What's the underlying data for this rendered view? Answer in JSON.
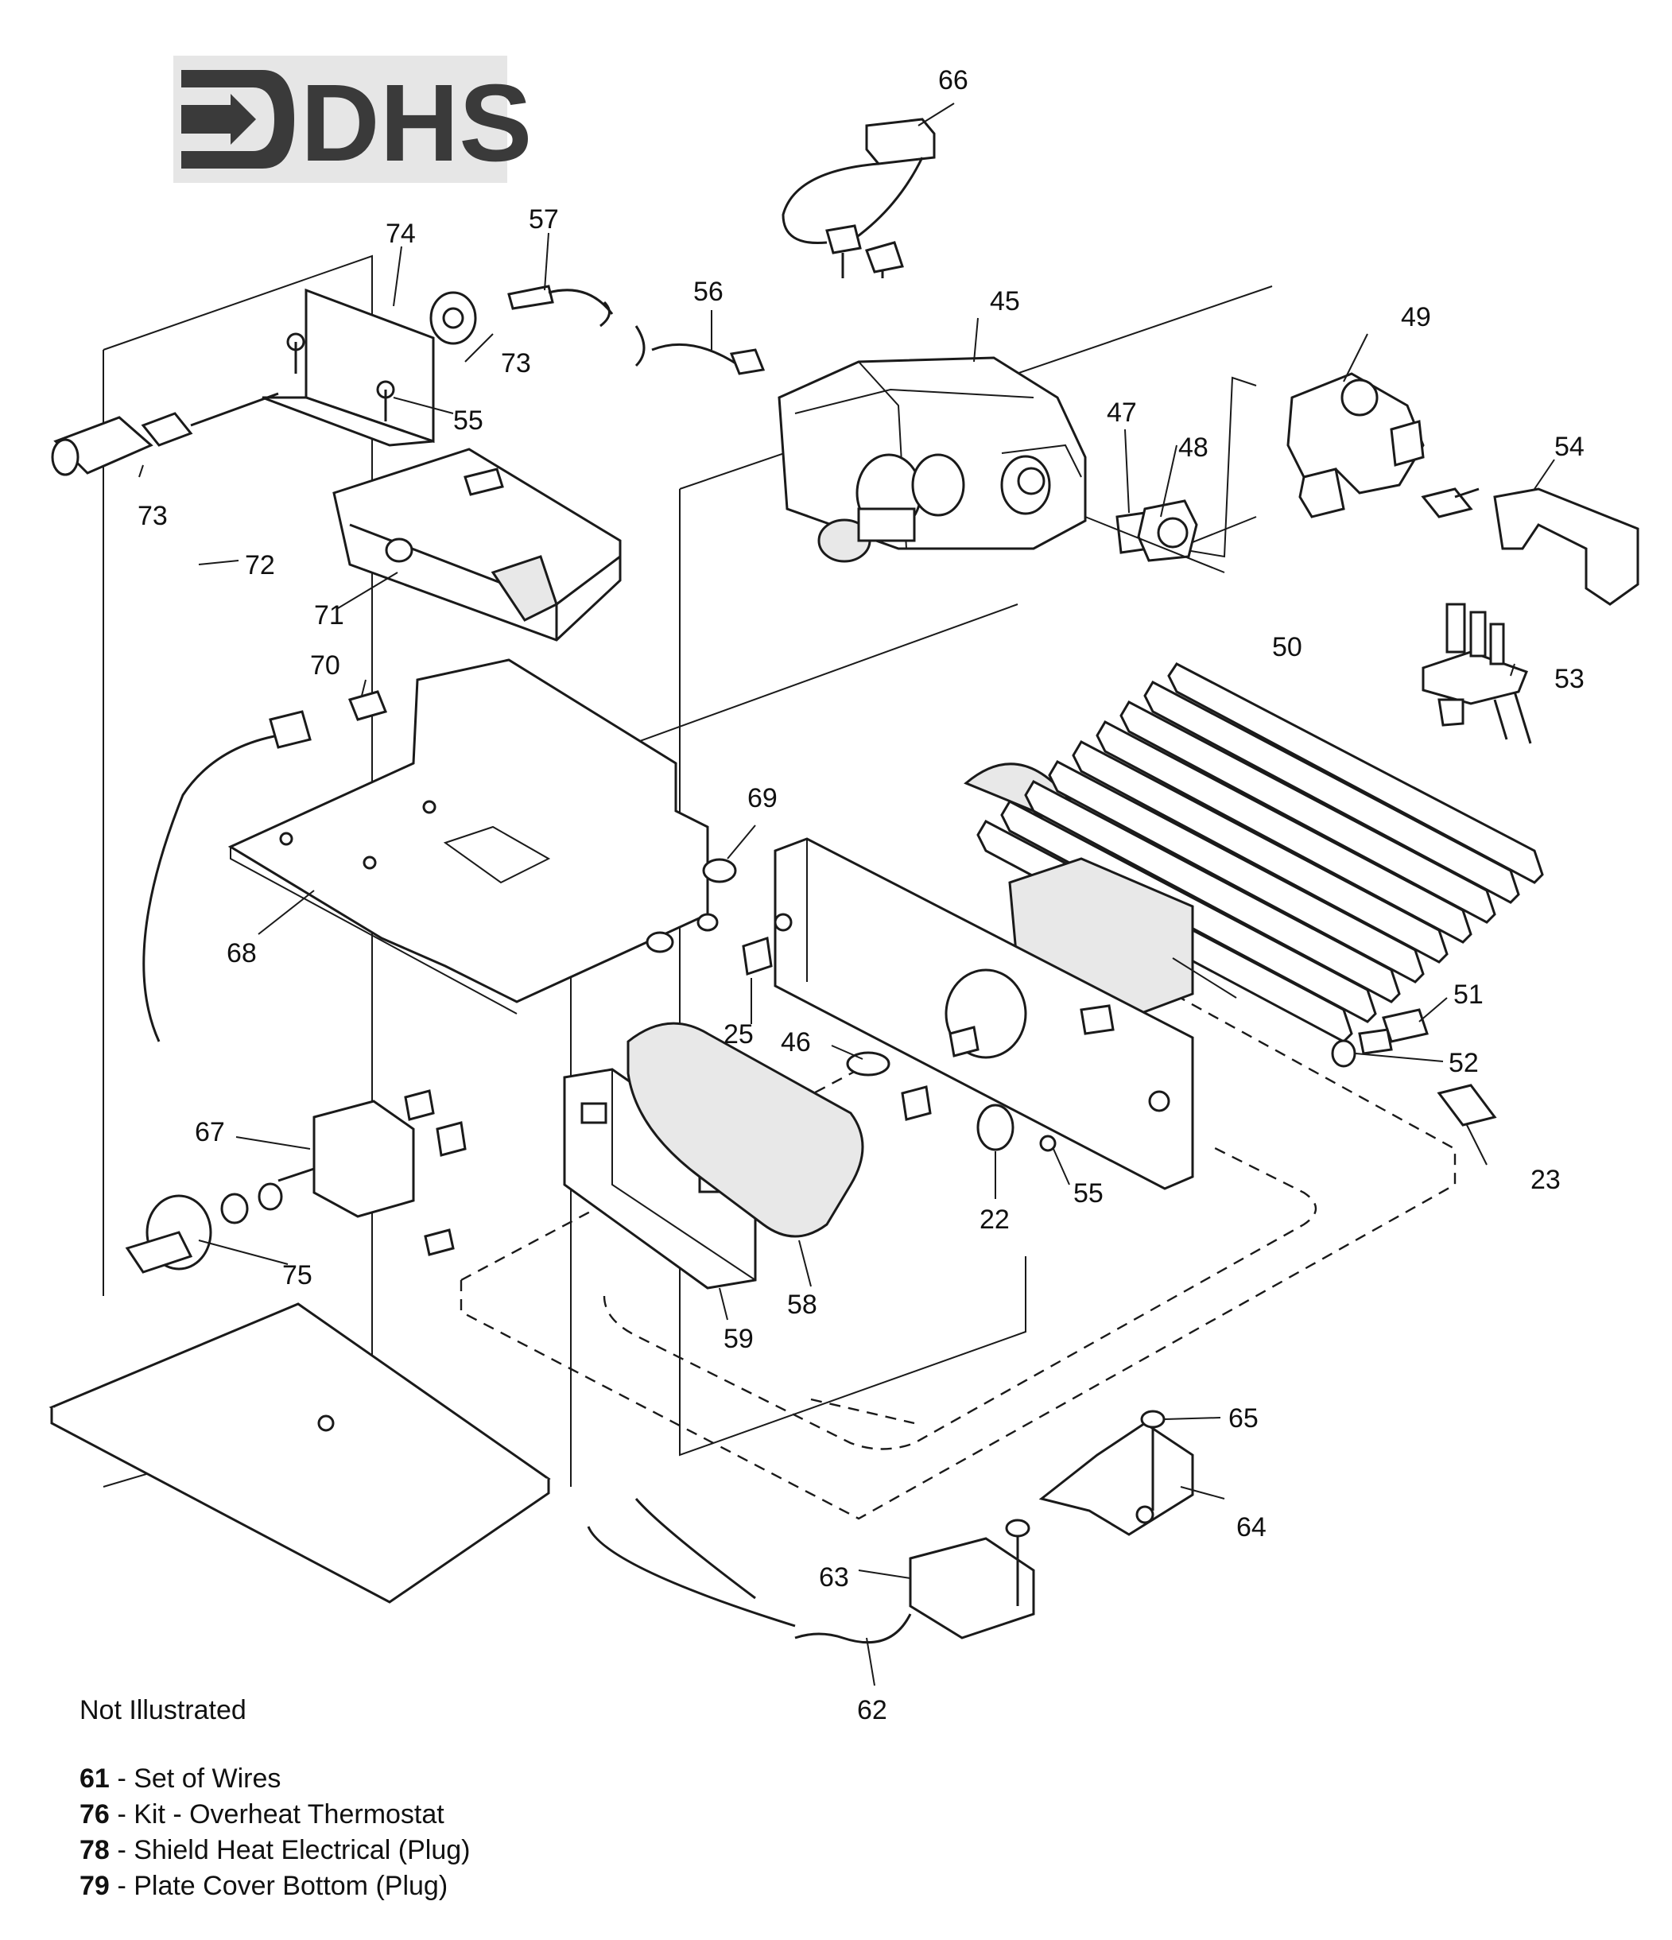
{
  "logo": {
    "text": "DHS",
    "colors": {
      "mark": "#3a3a3a",
      "background": "#e6e6e6"
    }
  },
  "callouts": [
    {
      "id": "c66",
      "label": "66"
    },
    {
      "id": "c74",
      "label": "74"
    },
    {
      "id": "c57",
      "label": "57"
    },
    {
      "id": "c56",
      "label": "56"
    },
    {
      "id": "c45",
      "label": "45"
    },
    {
      "id": "c49",
      "label": "49"
    },
    {
      "id": "c73a",
      "label": "73"
    },
    {
      "id": "c73b",
      "label": "73"
    },
    {
      "id": "c55a",
      "label": "55"
    },
    {
      "id": "c47",
      "label": "47"
    },
    {
      "id": "c48",
      "label": "48"
    },
    {
      "id": "c54",
      "label": "54"
    },
    {
      "id": "c72",
      "label": "72"
    },
    {
      "id": "c71",
      "label": "71"
    },
    {
      "id": "c50",
      "label": "50"
    },
    {
      "id": "c53",
      "label": "53"
    },
    {
      "id": "c70",
      "label": "70"
    },
    {
      "id": "c69",
      "label": "69"
    },
    {
      "id": "c68",
      "label": "68"
    },
    {
      "id": "c25",
      "label": "25"
    },
    {
      "id": "c51",
      "label": "51"
    },
    {
      "id": "c52",
      "label": "52"
    },
    {
      "id": "c46",
      "label": "46"
    },
    {
      "id": "c67",
      "label": "67"
    },
    {
      "id": "c23",
      "label": "23"
    },
    {
      "id": "c55b",
      "label": "55"
    },
    {
      "id": "c22",
      "label": "22"
    },
    {
      "id": "c75",
      "label": "75"
    },
    {
      "id": "c58",
      "label": "58"
    },
    {
      "id": "c59",
      "label": "59"
    },
    {
      "id": "c65",
      "label": "65"
    },
    {
      "id": "c64",
      "label": "64"
    },
    {
      "id": "c63",
      "label": "63"
    },
    {
      "id": "c62",
      "label": "62"
    }
  ],
  "notes": {
    "title": "Not Illustrated",
    "items": [
      {
        "number": "61",
        "text": " - Set of Wires"
      },
      {
        "number": "76",
        "text": " - Kit - Overheat Thermostat"
      },
      {
        "number": "78",
        "text": " - Shield Heat Electrical (Plug)"
      },
      {
        "number": "79",
        "text": " - Plate Cover Bottom (Plug)"
      }
    ]
  }
}
